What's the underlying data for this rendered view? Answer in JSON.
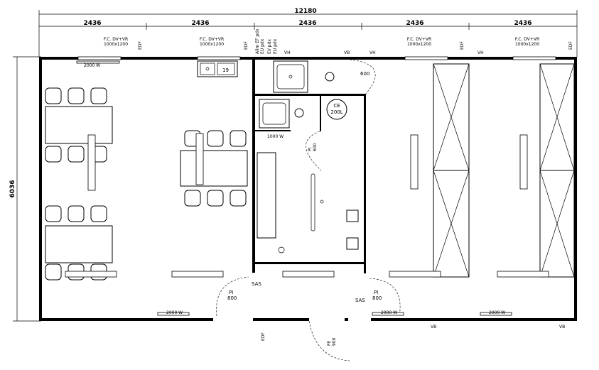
{
  "dimensions": {
    "total": "12180",
    "modules": [
      "2436",
      "2436",
      "2436",
      "2436",
      "2436"
    ],
    "depth": "6036"
  },
  "windows_top": [
    {
      "type": "F.C. DV+VR",
      "size": "1000x1200"
    },
    {
      "type": "F.C. DV+VR",
      "size": "1000x1200"
    },
    {
      "type": "F.C. DV+VR",
      "size": "1000x1200"
    },
    {
      "type": "F.C. DV+VR",
      "size": "1000x1200"
    }
  ],
  "heaters": {
    "power": "2000 W"
  },
  "doors": {
    "pi_800": {
      "code": "PI",
      "width": "800"
    },
    "pi_600": {
      "code": "PI",
      "width": "600"
    },
    "pe_900": {
      "code": "PE",
      "width": "900"
    },
    "door_600": "600"
  },
  "rooms": {
    "sas": "SAS"
  },
  "sanitary": {
    "water_heater": {
      "code": "CE",
      "capacity": "200L"
    },
    "sink_width": "1000 W",
    "sink_top": "19"
  },
  "tags": {
    "edf": "EDF",
    "vh": "VH",
    "vb": "VB",
    "ev_pdx": "EV pdx",
    "eu_pdx": "EU pdx",
    "alim_ef_pdx": "Alim EF pdx",
    "eu_pdx2": "EU pdx"
  }
}
